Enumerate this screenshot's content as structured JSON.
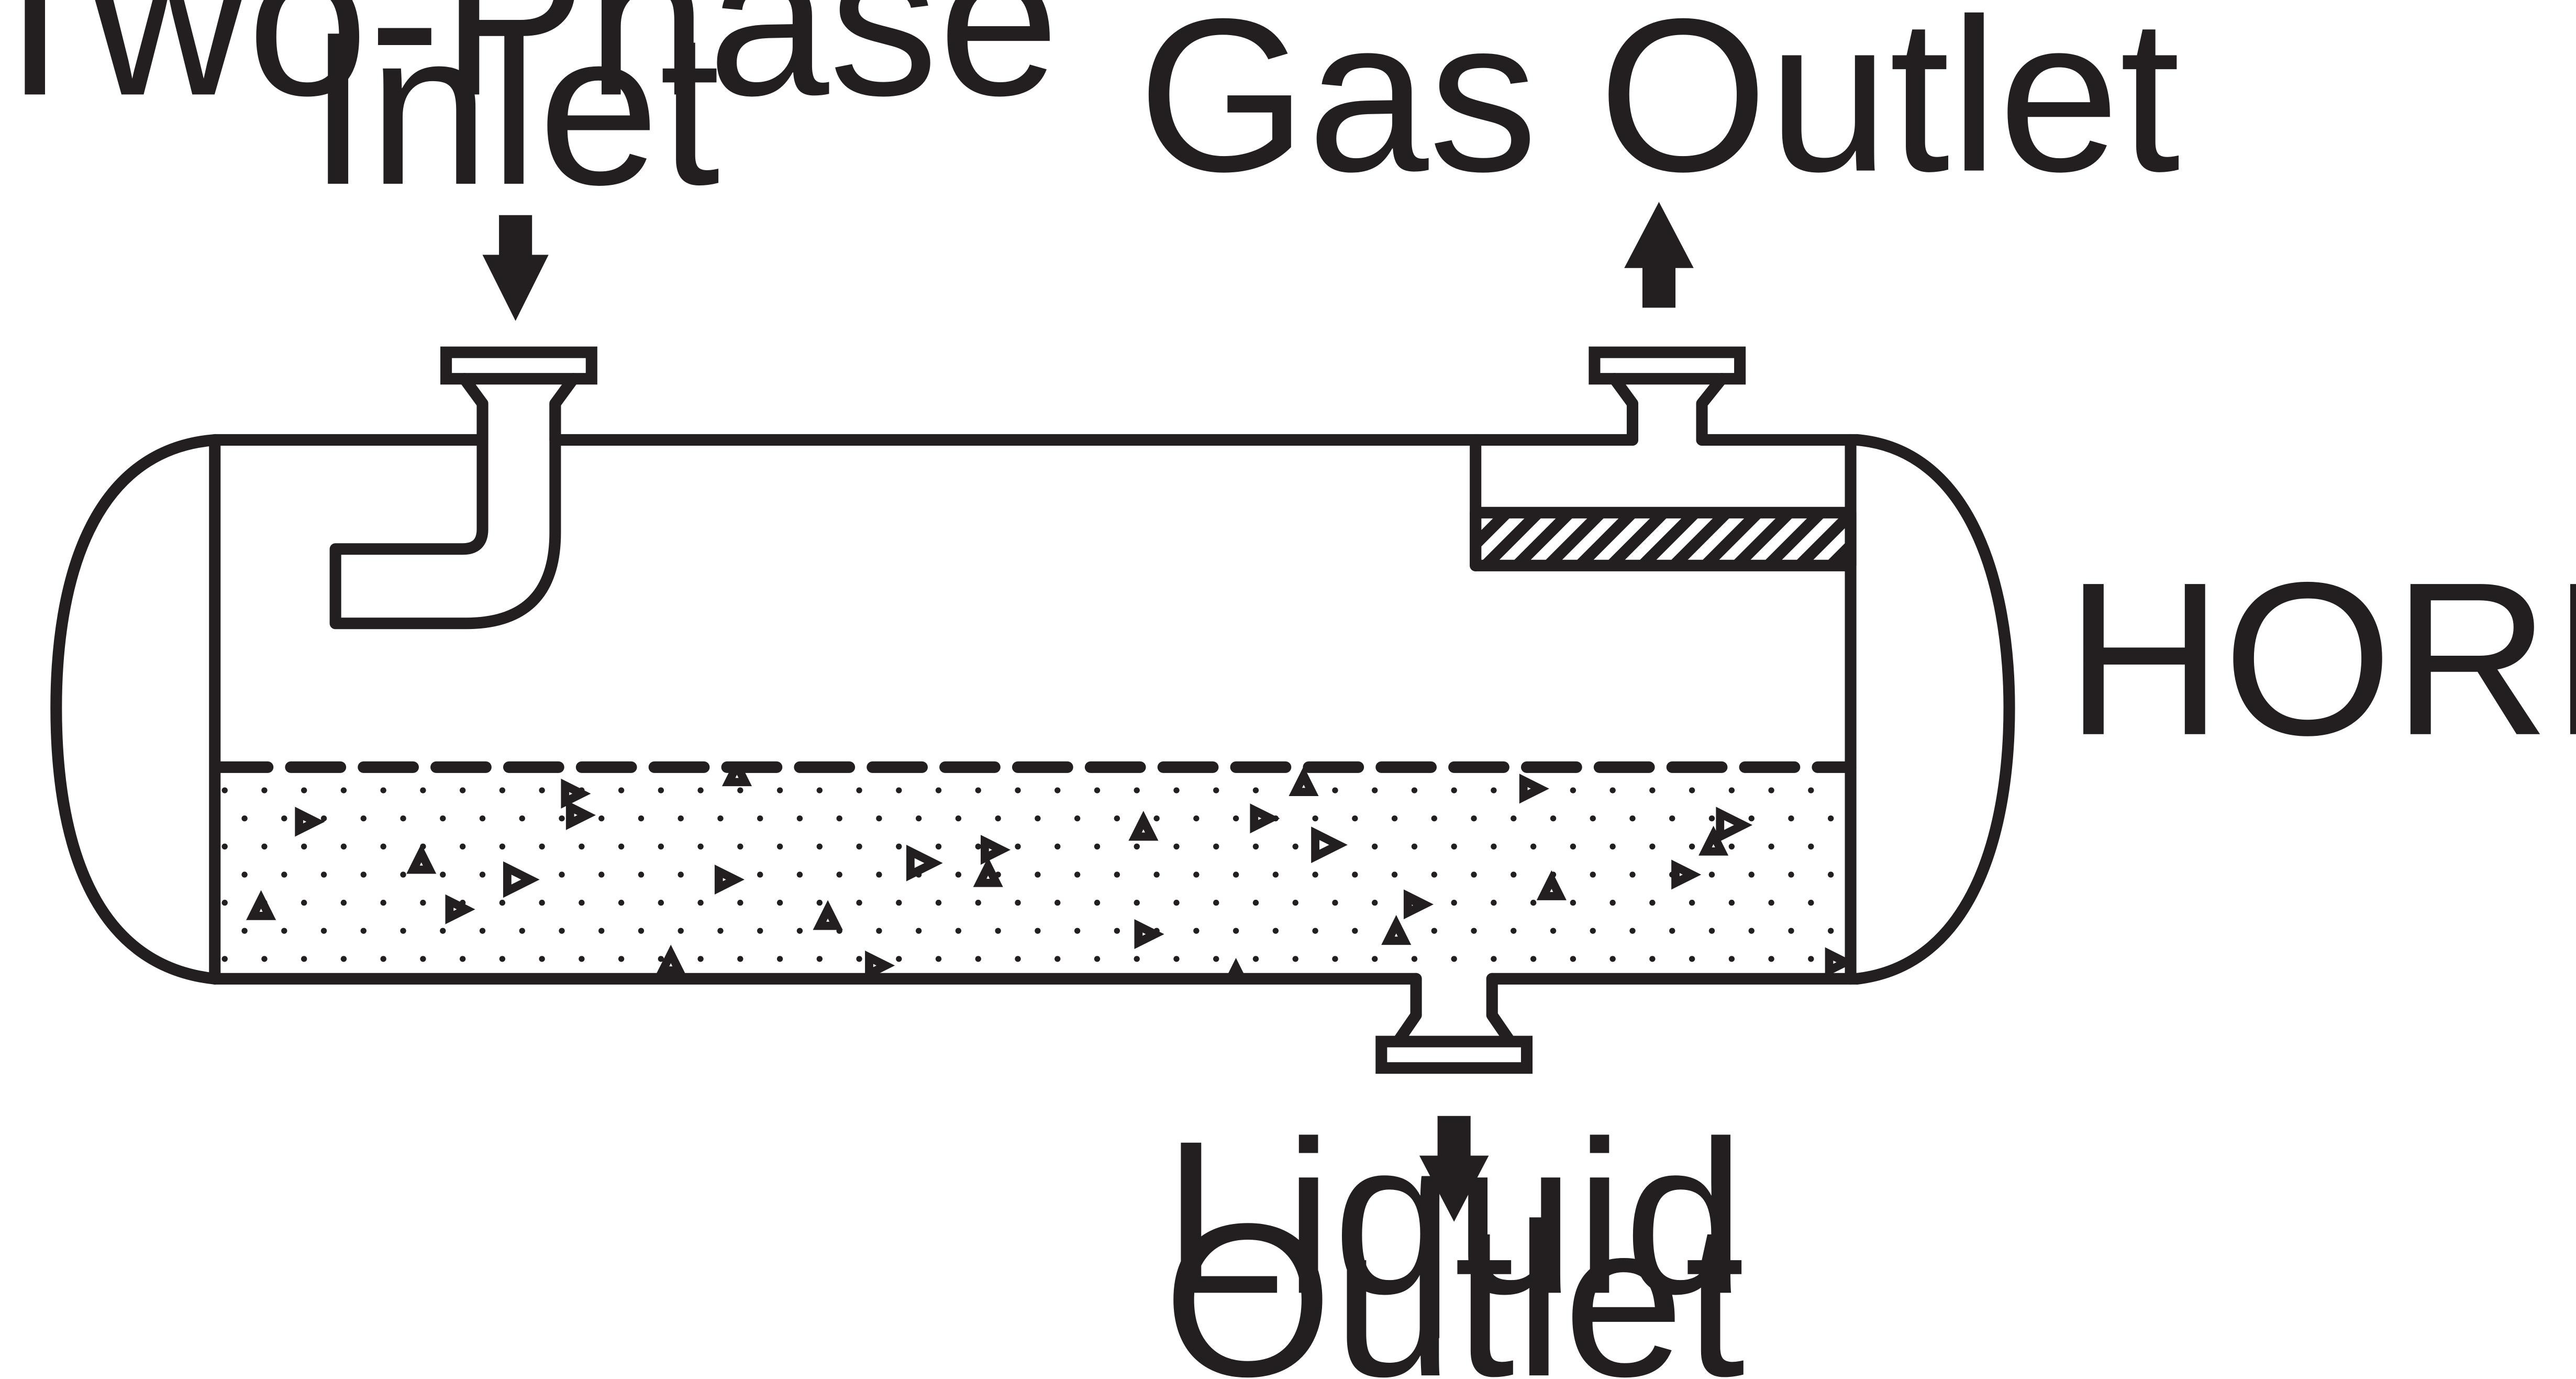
{
  "labels": {
    "inlet_line1": "Two-Phase",
    "inlet_line2": "Inlet",
    "gas_outlet": "Gas Outlet",
    "liquid_line1": "Liquid",
    "liquid_line2": "Outlet",
    "orientation": "HORIZONTAL"
  },
  "colors": {
    "ink": "#231f20",
    "background": "#ffffff"
  }
}
